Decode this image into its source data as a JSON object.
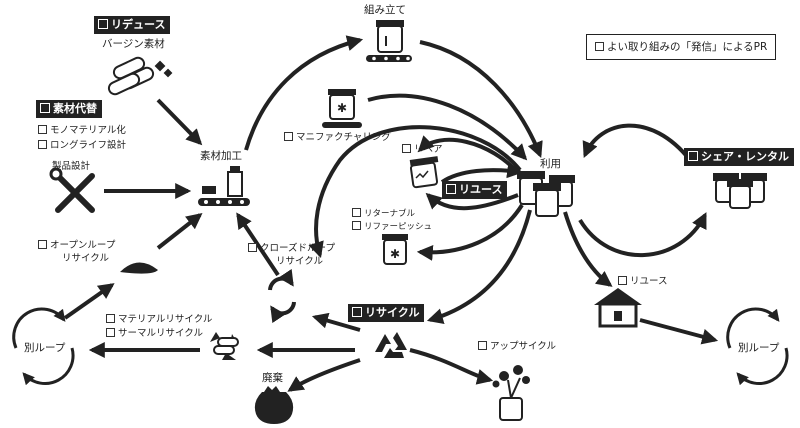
{
  "pr_note": "よい取り組みの「発信」によるPR",
  "stages": {
    "assembly": "組み立て",
    "material_processing": "素材加工",
    "use": "利用",
    "disposal": "廃棄",
    "other_loop_left": "別ループ",
    "other_loop_right": "別ループ"
  },
  "tags": {
    "reduce": "リデュース",
    "material_substitution": "素材代替",
    "reuse": "リユース",
    "share_rental": "シェア・レンタル",
    "recycle": "リサイクル"
  },
  "labels": {
    "virgin_material": "バージン素材",
    "mono_material": "モノマテリアル化",
    "long_life_design": "ロングライフ設計",
    "product_design": "製品設計",
    "open_loop_1": "オープンループ",
    "open_loop_2": "リサイクル",
    "closed_loop_1": "クローズドループ",
    "closed_loop_2": "リサイクル",
    "manufacturing": "マニファクチャリング",
    "repair": "リペア",
    "returnable": "リターナブル",
    "refill_pitch": "リファーピッシュ",
    "reuse_small": "リユース",
    "upcycle": "アップサイクル",
    "material_recycle": "マテリアルリサイクル",
    "thermal_recycle": "サーマルリサイクル"
  }
}
